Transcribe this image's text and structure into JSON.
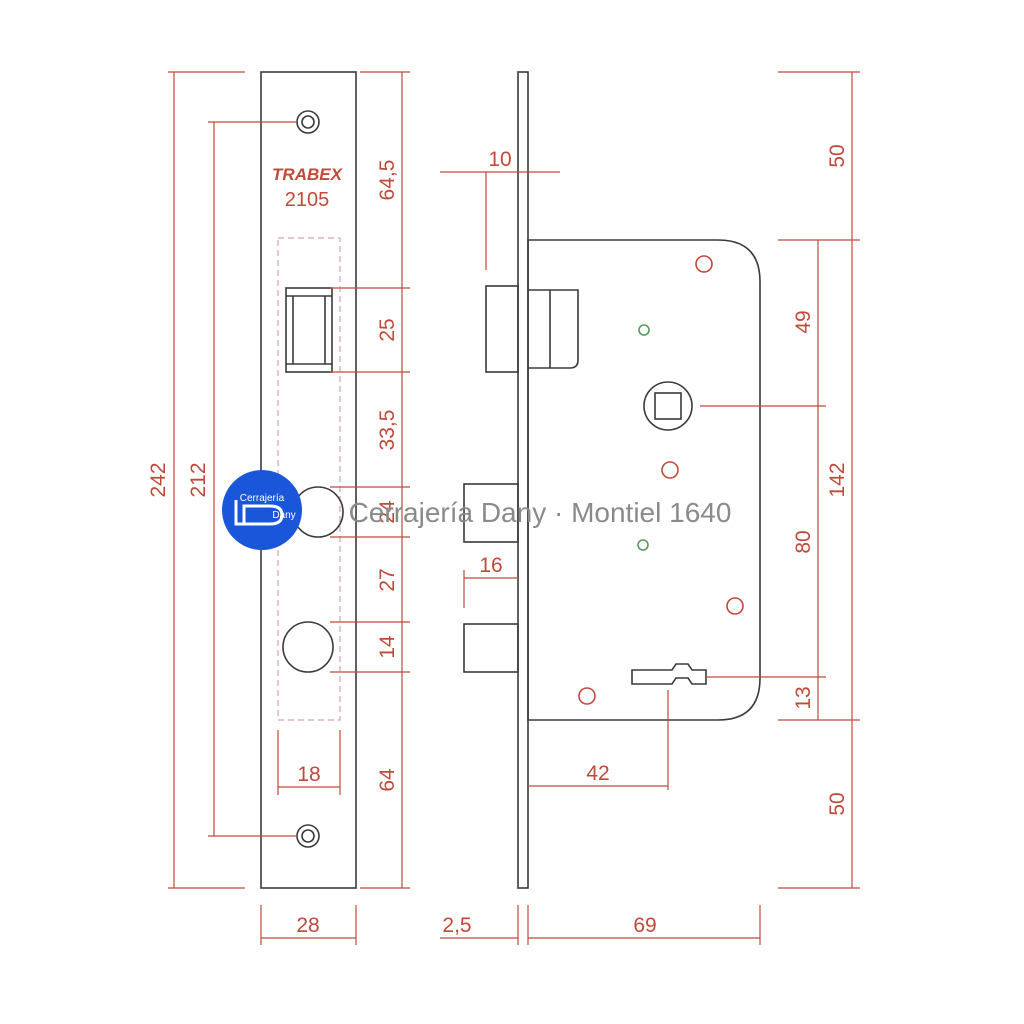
{
  "faceplate": {
    "brand": "TRABEX",
    "model": "2105"
  },
  "watermark": {
    "logo_top": "Cerrajería",
    "logo_bottom": "Dany",
    "text": "Cerrajería Dany · Montiel 1640"
  },
  "dimensions": {
    "total_height": "242",
    "screw_spacing": "212",
    "faceplate_width": "28",
    "top_to_latch": "64,5",
    "latch_height": "25",
    "latch_to_follower": "33,5",
    "follower_gap": "24",
    "follower_to_key": "27",
    "key_height": "14",
    "key_to_bottom": "64",
    "hole_width": "18",
    "faceplate_thickness": "2,5",
    "body_depth": "69",
    "latch_projection": "10",
    "bolt_projection": "16",
    "backset": "42",
    "case_top_offset": "50",
    "top_to_follower": "49",
    "case_height": "142",
    "follower_to_keyhole": "80",
    "keyhole_to_bottom": "13",
    "case_bottom_offset": "50"
  },
  "colors": {
    "dimension": "#c04a3a",
    "outline": "#3a3a3a",
    "logo": "#1a56d9",
    "watermark": "#8a8a8a"
  }
}
